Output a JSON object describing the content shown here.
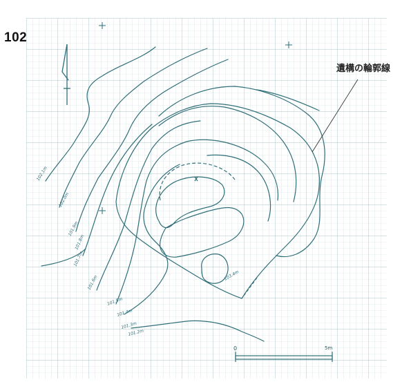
{
  "page": {
    "figure_number": "102",
    "outline_label": "遺構の輪郭線"
  },
  "contour_labels": [
    "102.1m",
    "102.0m",
    "101.9m",
    "101.8m",
    "101.7m",
    "101.6m",
    "101.5m",
    "101.4m",
    "101.3m",
    "101.2m"
  ],
  "summit_label": "103.4m",
  "scale_bar": {
    "start_label": "0",
    "end_label": "5m"
  },
  "colors": {
    "grid_minor": "#c6d9dc",
    "grid_major": "#a9c4c9",
    "contour_ink": "#2f6e78"
  }
}
